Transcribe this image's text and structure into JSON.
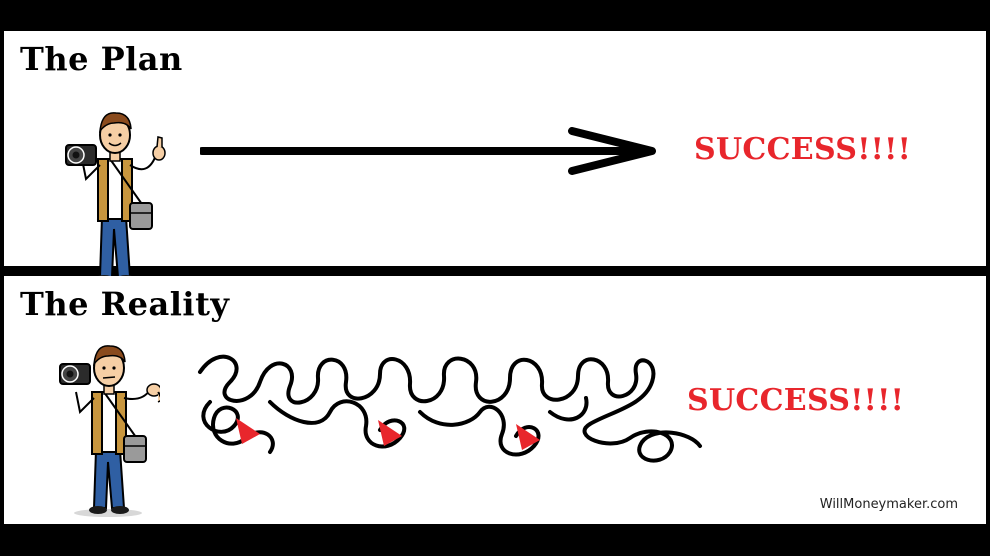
{
  "panels": {
    "plan": {
      "title": "The Plan",
      "result": "SUCCESS!!!!"
    },
    "reality": {
      "title": "The Reality",
      "result": "SUCCESS!!!!"
    }
  },
  "watermark": "WillMoneymaker.com",
  "colors": {
    "background": "#000000",
    "panel": "#ffffff",
    "success": "#e8262c",
    "jacket": "#c8963e",
    "pants": "#2f5fa3",
    "hair": "#8a4b1d",
    "skin": "#f6cfa5",
    "bag": "#9a9a9a",
    "arrowhead": "#e8262c"
  },
  "icons": [
    "camera-icon",
    "thumbs-up-icon",
    "shoulder-bag-icon",
    "arrow-right-icon"
  ]
}
